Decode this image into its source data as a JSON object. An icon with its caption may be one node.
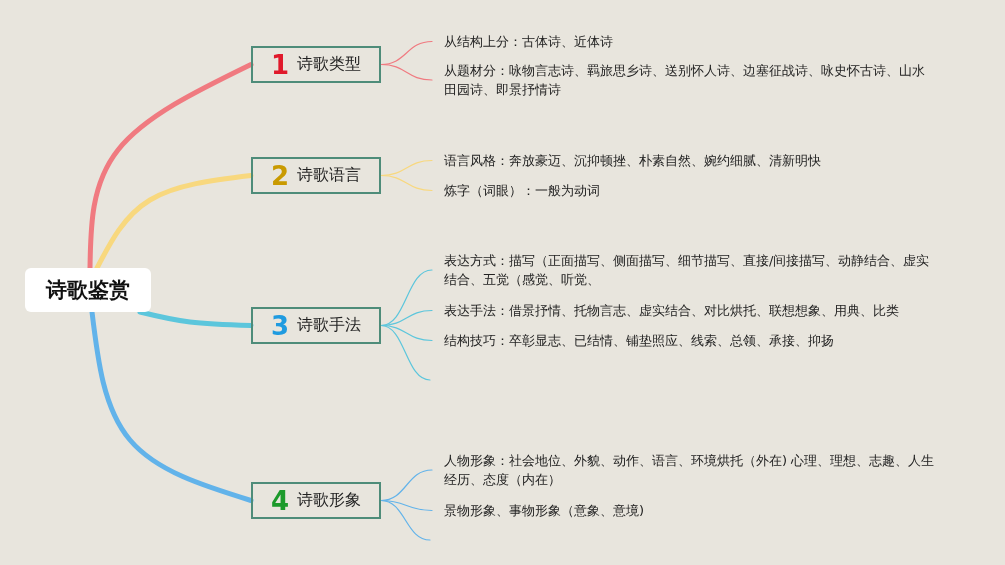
{
  "diagram": {
    "nodes": [
      {
        "text": [
          "诗歌鉴赏"
        ]
      },
      {
        "text": [
          "1",
          "诗歌类型"
        ]
      },
      {
        "text": [
          "2",
          "诗歌语言"
        ]
      },
      {
        "text": [
          "3",
          "诗歌手法"
        ]
      },
      {
        "text": [
          "4",
          "诗歌形象"
        ]
      },
      {
        "text": [
          "从结构上分：古体诗、近体诗"
        ]
      },
      {
        "text": [
          "从题材分：咏物言志诗、羁旅思乡诗、送别怀人诗、边塞征战诗、咏史怀古诗、山水田园诗、即景抒情诗"
        ]
      },
      {
        "text": [
          "语言风格：奔放豪迈、沉抑顿挫、朴素自然、婉约细腻、清新明快"
        ]
      },
      {
        "text": [
          "炼字（词眼）：一般为动词"
        ]
      },
      {
        "text": [
          "表达方式：描写（正面描写、侧面描写、细节描写、直接/间接描写、动静结合、虚实结合、五觉（感觉、听觉、"
        ]
      },
      {
        "text": [
          "表达手法：借景抒情、托物言志、虚实结合、对比烘托、联想想象、用典、比类"
        ]
      },
      {
        "text": [
          "结构技巧：卒彰显志、已结情、铺垫照应、线索、总领、承接、抑扬"
        ]
      },
      {
        "text": [
          "人物形象：社会地位、外貌、动作、语言、环境烘托（外在) 心理、理想、志趣、人生经历、态度（内在）"
        ]
      },
      {
        "text": [
          "景物形象、事物形象（意象、意境)"
        ]
      }
    ],
    "edges": [
      {
        "from": 0,
        "to": 1,
        "arrow": "none",
        "style": "thick",
        "color": "#f07a80"
      },
      {
        "from": 0,
        "to": 2,
        "arrow": "none",
        "style": "thick",
        "color": "#f8d87e"
      },
      {
        "from": 0,
        "to": 3,
        "arrow": "none",
        "style": "thick",
        "color": "#5cc6dc"
      },
      {
        "from": 0,
        "to": 4,
        "arrow": "none",
        "style": "thick",
        "color": "#62b3ea"
      },
      {
        "from": 1,
        "to": 5,
        "arrow": "none",
        "color": "#f07a80"
      },
      {
        "from": 1,
        "to": 6,
        "arrow": "none",
        "color": "#f07a80"
      },
      {
        "from": 2,
        "to": 7,
        "arrow": "none",
        "color": "#f8d87e"
      },
      {
        "from": 2,
        "to": 8,
        "arrow": "none",
        "color": "#f8d87e"
      },
      {
        "from": 3,
        "to": 9,
        "arrow": "none",
        "color": "#5cc6dc"
      },
      {
        "from": 3,
        "to": 10,
        "arrow": "none",
        "color": "#5cc6dc"
      },
      {
        "from": 3,
        "to": 11,
        "arrow": "none",
        "color": "#5cc6dc"
      },
      {
        "from": 3,
        "to": null,
        "arrow": "none",
        "color": "#5cc6dc"
      },
      {
        "from": 4,
        "to": 12,
        "arrow": "none",
        "color": "#62b3ea"
      },
      {
        "from": 4,
        "to": 13,
        "arrow": "none",
        "color": "#62b3ea"
      },
      {
        "from": 4,
        "to": null,
        "arrow": "none",
        "color": "#62b3ea"
      }
    ]
  }
}
